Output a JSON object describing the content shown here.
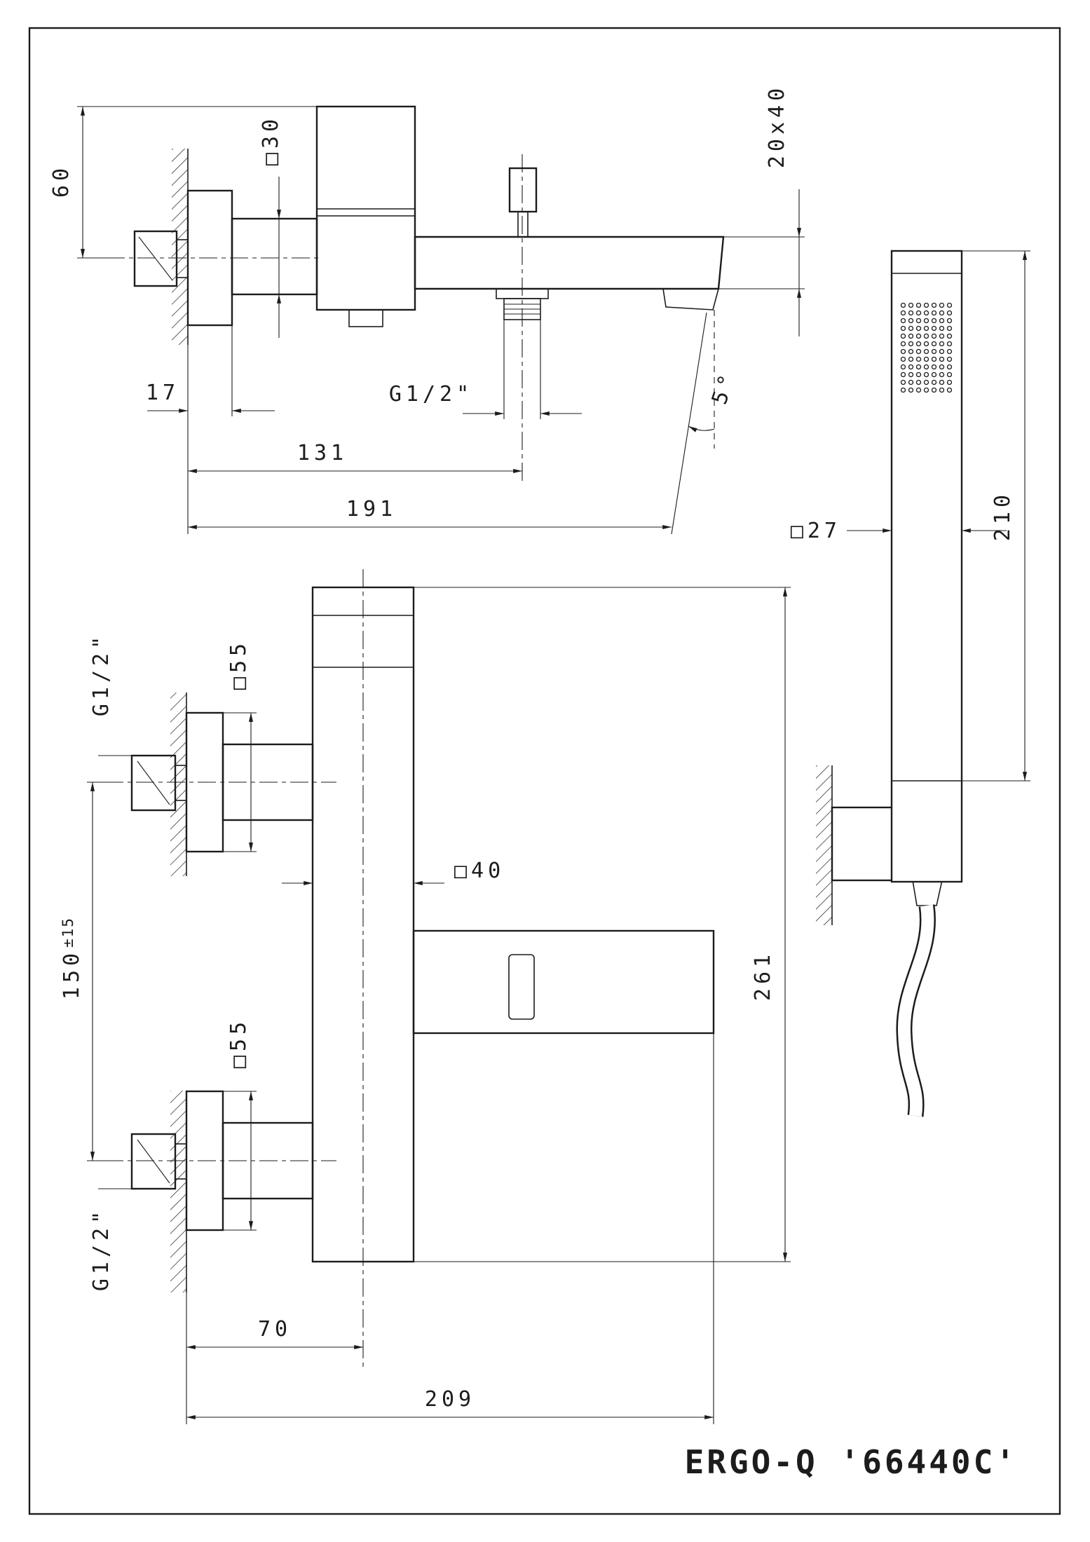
{
  "drawing": {
    "title": "ERGO-Q '66440C'",
    "ink_color": "#1c1c1c",
    "background_color": "#ffffff"
  },
  "side_view": {
    "dim_60": "60",
    "dim_sq30": "□30",
    "dim_20x40": "20x40",
    "dim_17": "17",
    "thread_g12": "G1/2\"",
    "dim_131": "131",
    "dim_191": "191",
    "dim_5deg": "5°"
  },
  "hand_shower": {
    "dim_sq27": "□27",
    "dim_210": "210"
  },
  "front_view": {
    "thread_g12_top": "G1/2\"",
    "dim_sq55_top": "□55",
    "dim_sq40": "□40",
    "dim_150": "150",
    "dim_150_tol": "±15",
    "dim_sq55_bottom": "□55",
    "thread_g12_bottom": "G1/2\"",
    "dim_70": "70",
    "dim_261": "261",
    "dim_209": "209"
  }
}
